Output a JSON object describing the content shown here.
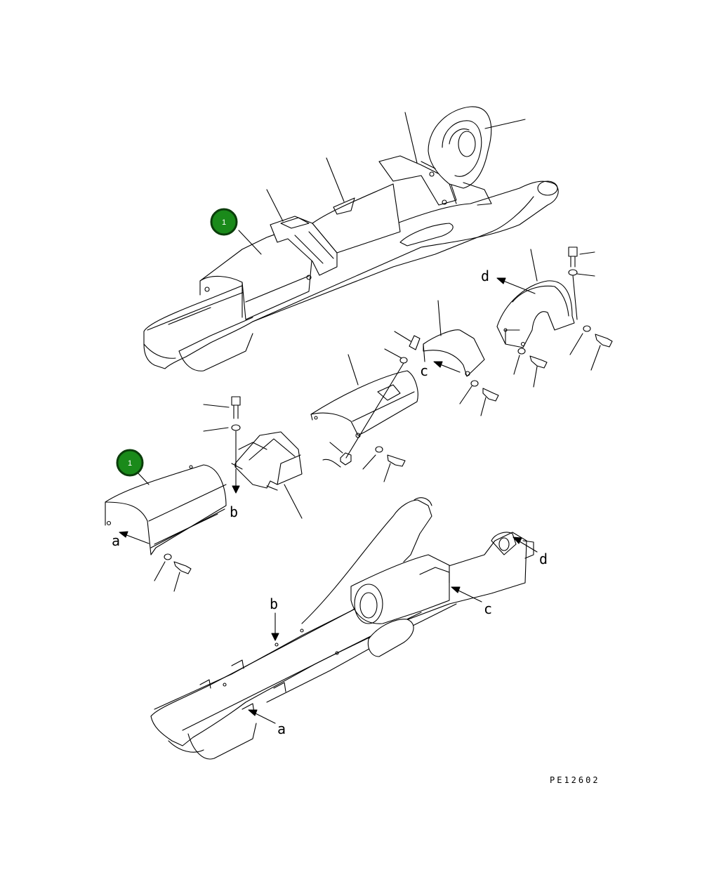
{
  "callouts": [
    {
      "number": "1",
      "fill": "#1a8a1a"
    },
    {
      "number": "1",
      "fill": "#1a8a1a"
    }
  ],
  "refs": {
    "a": "a",
    "b": "b",
    "c": "c",
    "d": "d"
  },
  "drawing_code": "PE12602"
}
